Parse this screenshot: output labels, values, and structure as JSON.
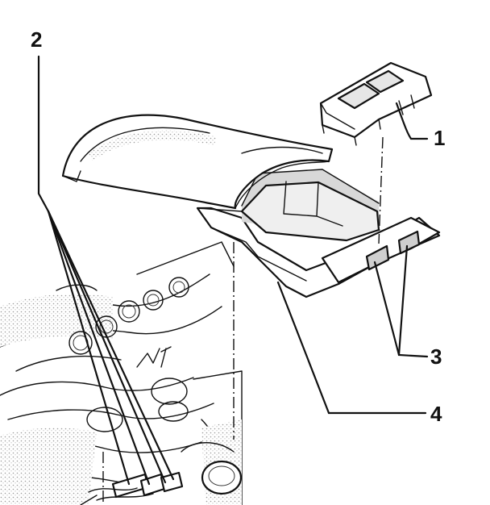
{
  "callouts": {
    "one": "1",
    "two": "2",
    "three": "3",
    "four": "4"
  },
  "colors": {
    "ink": "#111111",
    "background": "#ffffff",
    "stipple": "#9a9a9a"
  }
}
